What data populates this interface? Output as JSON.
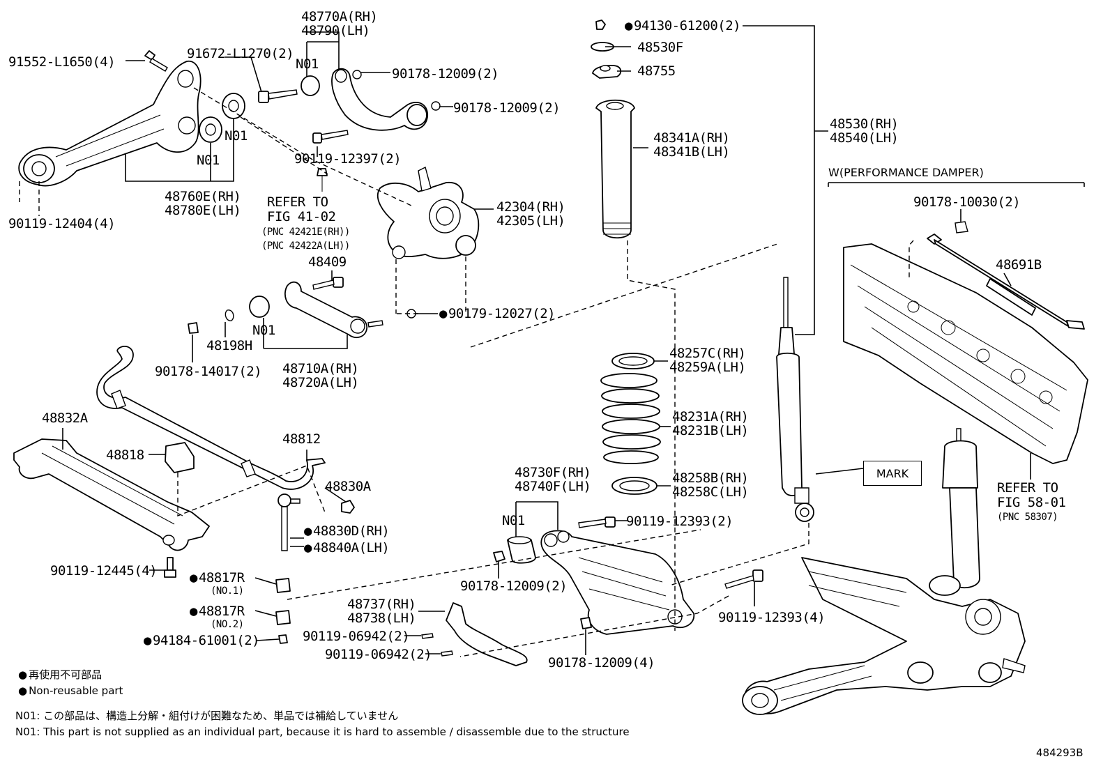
{
  "labels": {
    "p91552": "91552-L1650(4)",
    "p91672": "91672-L1270(2)",
    "p48770": "48770A(RH)",
    "p48790": "48790(LH)",
    "n01_a": "N01",
    "p90178_a": "90178-12009(2)",
    "p90178_b": "90178-12009(2)",
    "n01_b": "N01",
    "n01_c": "N01",
    "p90119_12397": "90119-12397(2)",
    "p48760": "48760E(RH)",
    "p48780": "48780E(LH)",
    "p90119_12404": "90119-12404(4)",
    "refer1_a": "REFER TO",
    "refer1_b": "FIG 41-02",
    "refer1_c": "(PNC 42421E(RH))",
    "refer1_d": "(PNC 42422A(LH))",
    "p42304": "42304(RH)",
    "p42305": "42305(LH)",
    "p48409": "48409",
    "p90179": "90179-12027(2)",
    "n01_d": "N01",
    "p48198": "48198H",
    "p90178_14017": "90178-14017(2)",
    "p48710": "48710A(RH)",
    "p48720": "48720A(LH)",
    "p94130": "94130-61200(2)",
    "p48530f": "48530F",
    "p48755": "48755",
    "p48341a": "48341A(RH)",
    "p48341b": "48341B(LH)",
    "p48530": "48530(RH)",
    "p48540": "48540(LH)",
    "perf_damper": "W(PERFORMANCE DAMPER)",
    "p90178_10030": "90178-10030(2)",
    "p48691b": "48691B",
    "p48257c": "48257C(RH)",
    "p48259a": "48259A(LH)",
    "p48231a": "48231A(RH)",
    "p48231b": "48231B(LH)",
    "p48258b": "48258B(RH)",
    "p48258c": "48258C(LH)",
    "mark": "MARK",
    "refer2_a": "REFER TO",
    "refer2_b": "FIG 58-01",
    "refer2_c": "(PNC 58307)",
    "p48832a": "48832A",
    "p48818": "48818",
    "p48812": "48812",
    "p48830a": "48830A",
    "p48830d": "48830D(RH)",
    "p48840a": "48840A(LH)",
    "p90119_12445": "90119-12445(4)",
    "p48817r_1": "48817R",
    "no1": "(NO.1)",
    "p48817r_2": "48817R",
    "no2": "(NO.2)",
    "p94184": "94184-61001(2)",
    "p48730f": "48730F(RH)",
    "p48740f": "48740F(LH)",
    "n01_e": "N01",
    "p90119_12393_a": "90119-12393(2)",
    "p90178_12009_c": "90178-12009(2)",
    "p48737": "48737(RH)",
    "p48738": "48738(LH)",
    "p90119_06942_a": "90119-06942(2)",
    "p90119_06942_b": "90119-06942(2)",
    "p90178_12009_d": "90178-12009(4)",
    "p90119_12393_b": "90119-12393(4)"
  },
  "legend": {
    "jp_nonreusable": "再使用不可部品",
    "en_nonreusable": "Non-reusable part",
    "n01_jp": "N01: この部品は、構造上分解・組付けが困難なため、単品では補給していません",
    "n01_en": "N01: This part is not supplied as an individual part, because it is hard to assemble / disassemble due to the structure"
  },
  "figure_id": "484293B"
}
